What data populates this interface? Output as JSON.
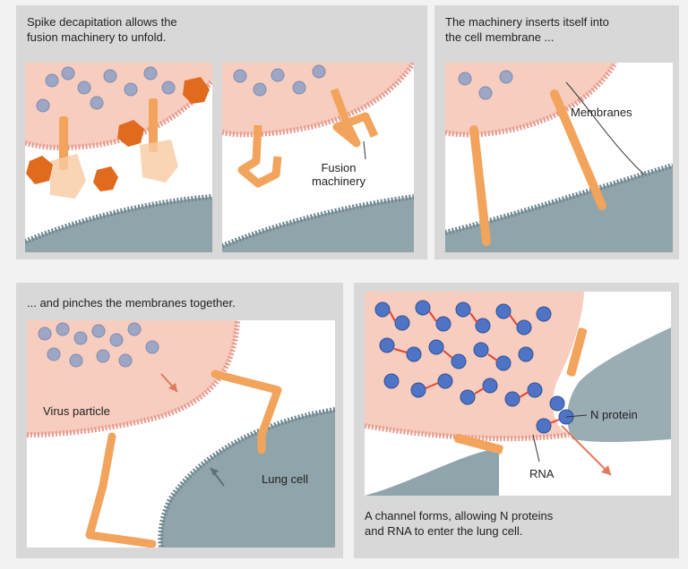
{
  "panels": {
    "p1": {
      "caption": "Spike decapitation allows the\nfusion machinery to unfold.",
      "label_fusion": "Fusion\nmachinery"
    },
    "p2": {
      "caption": "The machinery inserts itself into\nthe cell membrane ...",
      "label_membranes": "Membranes"
    },
    "p3": {
      "caption": "... and pinches the membranes together.",
      "label_virus": "Virus particle",
      "label_lung": "Lung cell"
    },
    "p4": {
      "caption": "A channel forms, allowing N proteins\nand RNA to enter the lung cell.",
      "label_nprotein": "N protein",
      "label_rna": "RNA"
    }
  },
  "colors": {
    "virus": "#f6cdbf",
    "virus_edge": "#e79a8e",
    "cell": "#8fa4ab",
    "cell_edge": "#6f868e",
    "spike": "#f2a35c",
    "spike_cap": "#e06a1e",
    "nprotein": "#4f74c6",
    "nprotein_faded": "#9da6c4",
    "rna": "#e0453a",
    "arrow_red": "#e07a5a",
    "arrow_gray": "#5e7077"
  }
}
